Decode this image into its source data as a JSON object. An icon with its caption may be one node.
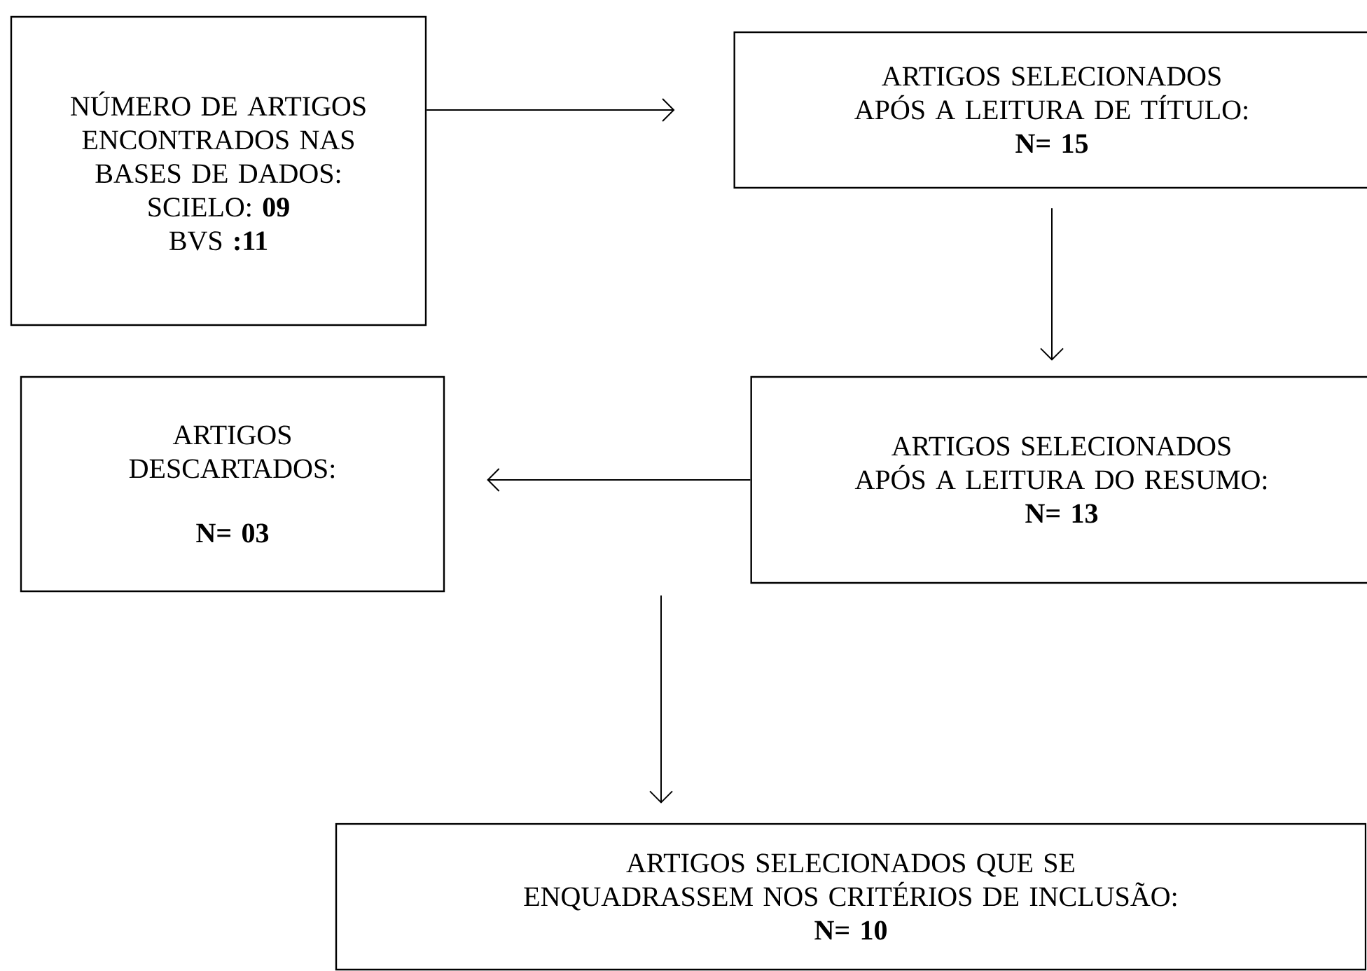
{
  "diagram": {
    "nodes": [
      {
        "text": [
          "NÚMERO DE ARTIGOS ENCONTRADOS NAS BASES DE DADOS:",
          "SCIELO: **09**",
          "BVS **:11**"
        ]
      },
      {
        "text": [
          "ARTIGOS SELECIONADOS APÓS A LEITURA DE TÍTULO:",
          "N= 15"
        ]
      },
      {
        "text": [
          "ARTIGOS DESCARTADOS:",
          "N= 03"
        ]
      },
      {
        "text": [
          "ARTIGOS SELECIONADOS APÓS A LEITURA DO RESUMO:",
          "N= 13"
        ]
      },
      {
        "text": [
          "ARTIGOS SELECIONADOS QUE SE ENQUADRASSEM NOS CRITÉRIOS DE INCLUSÃO:",
          "N= 10"
        ]
      }
    ],
    "edges": [
      {
        "from": 0,
        "to": 1,
        "arrow": "to"
      },
      {
        "from": 1,
        "to": 3,
        "arrow": "to"
      },
      {
        "from": 3,
        "to": 2,
        "arrow": "to"
      },
      {
        "from": null,
        "to": 4,
        "arrow": "to"
      }
    ]
  }
}
